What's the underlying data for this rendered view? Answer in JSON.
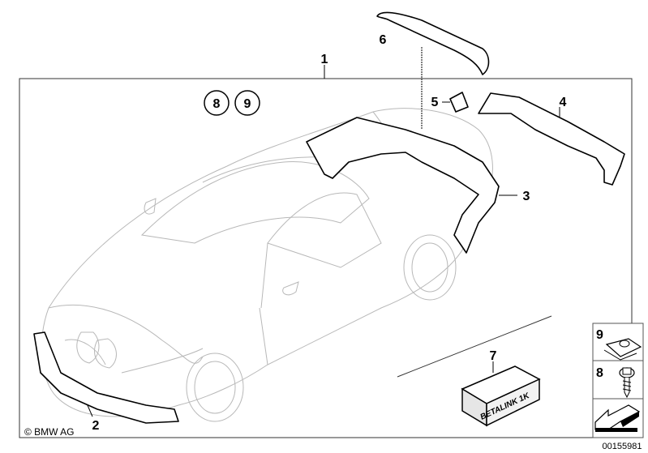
{
  "diagram": {
    "callouts": {
      "p1": "1",
      "p2": "2",
      "p3": "3",
      "p4": "4",
      "p5": "5",
      "p6": "6",
      "p7": "7",
      "c8": "8",
      "c9": "9"
    },
    "kit_box_label": "BETALINK 1K",
    "legend": {
      "item9": "9",
      "item8": "8"
    },
    "copyright": "© BMW AG",
    "diagram_number": "00155981"
  }
}
